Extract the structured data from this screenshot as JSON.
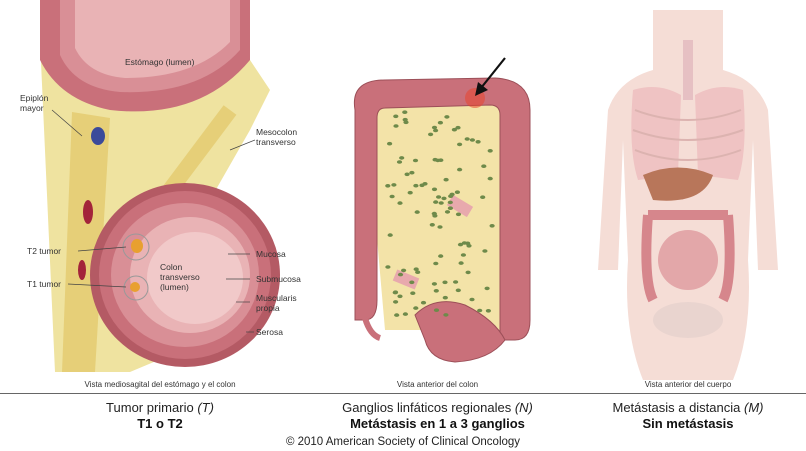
{
  "panel_stomach": {
    "labels": {
      "stomach_lumen": "Estómago (lumen)",
      "greater_omentum": "Epiplón\nmayor",
      "transverse_mesocolon": "Mesocolon\ntransverso",
      "t2_tumor": "T2 tumor",
      "t1_tumor": "T1 tumor",
      "colon_lumen": "Colon\ntransverso\n(lumen)",
      "mucosa": "Mucosa",
      "submucosa": "Submucosa",
      "muscularis": "Muscularis\npropia",
      "serosa": "Serosa"
    },
    "view_label": "Vista mediosagital del estómago y el colon",
    "caption_title": "Tumor primario",
    "caption_code": "(T)",
    "caption_value": "T1 o T2"
  },
  "panel_colon": {
    "view_label": "Vista anterior del colon",
    "caption_title": "Ganglios linfáticos regionales",
    "caption_code": "(N)",
    "caption_value": "Metástasis en 1 a 3 ganglios"
  },
  "panel_body": {
    "view_label": "Vista anterior del cuerpo",
    "caption_title": "Metástasis a distancia",
    "caption_code": "(M)",
    "caption_value": "Sin metástasis"
  },
  "copyright": "© 2010 American Society of Clinical Oncology",
  "colors": {
    "tissue": "#c9707a",
    "mucosa": "#b45a64",
    "fat": "#efe3a0",
    "node": "#6e8a4a",
    "tumor": "#e8a030",
    "highlight": "#e8452e"
  }
}
